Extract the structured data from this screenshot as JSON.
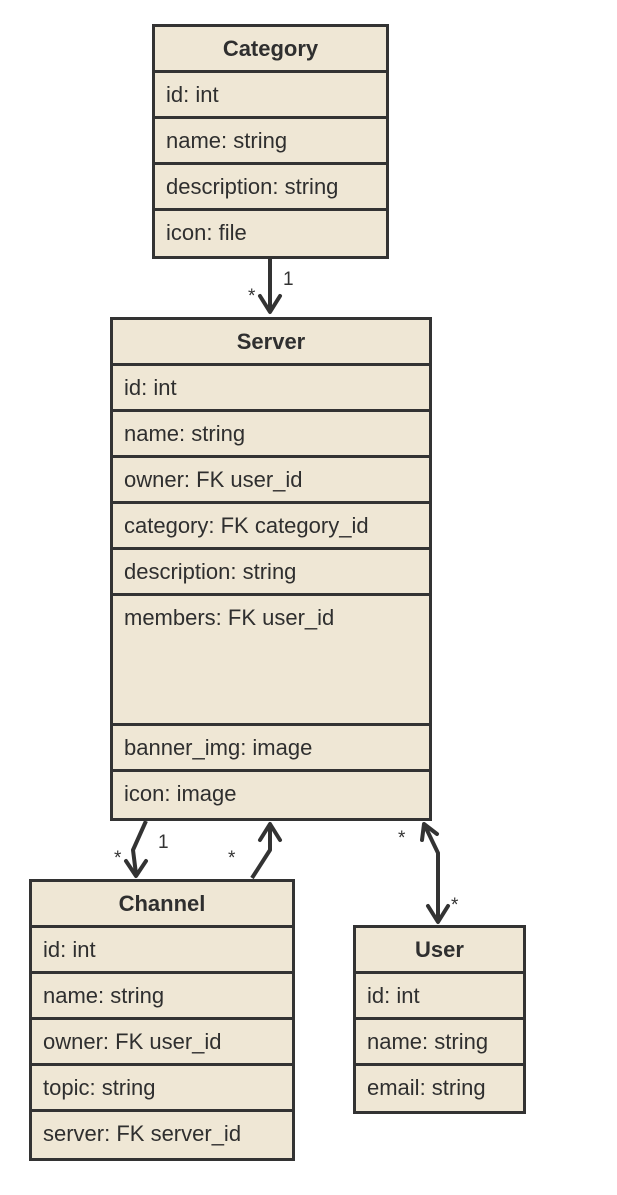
{
  "entities": {
    "category": {
      "name": "Category",
      "fields": [
        "id: int",
        "name: string",
        "description: string",
        "icon: file"
      ]
    },
    "server": {
      "name": "Server",
      "fields": [
        "id: int",
        "name: string",
        "owner: FK user_id",
        "category: FK category_id",
        "description: string",
        "members: FK user_id",
        "banner_img: image",
        "icon: image"
      ]
    },
    "channel": {
      "name": "Channel",
      "fields": [
        "id: int",
        "name: string",
        "owner: FK user_id",
        "topic: string",
        "server: FK server_id"
      ]
    },
    "user": {
      "name": "User",
      "fields": [
        "id: int",
        "name: string",
        "email: string"
      ]
    }
  },
  "relations": {
    "category_server": {
      "category_end": "1",
      "server_end": "*"
    },
    "server_channel": {
      "channel_end": "*",
      "server_end": "1"
    },
    "channel_server": {
      "channel_end": "*"
    },
    "server_user": {
      "server_end": "*",
      "user_end": "*"
    }
  },
  "colors": {
    "box_fill": "#efe7d5",
    "stroke": "#333333",
    "text": "#2f2f2f"
  }
}
